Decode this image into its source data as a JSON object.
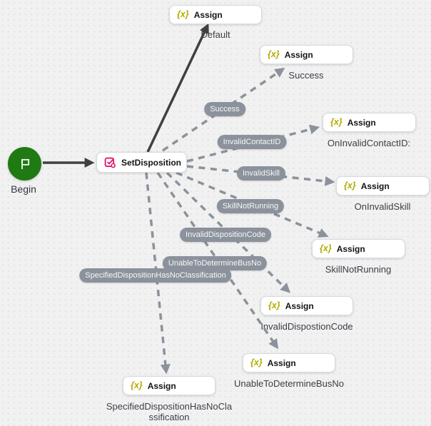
{
  "theme": {
    "background": "#f1f1f2",
    "begin_green": "#1f7a12",
    "assign_icon_yellow": "#b3ab00",
    "disposition_pink": "#e5196e",
    "branch_pill_gray": "#8b929b",
    "solid_arrow": "#3f4042",
    "dashed_arrow": "#8b929b",
    "node_border": "#d8dadc",
    "caption_text": "#3a3f44"
  },
  "begin": {
    "label": "Begin"
  },
  "set_disposition": {
    "title": "SetDisposition"
  },
  "assign_icon": "{x}",
  "assign_nodes": [
    {
      "title": "Assign",
      "caption": "Default"
    },
    {
      "title": "Assign",
      "caption": "Success"
    },
    {
      "title": "Assign",
      "caption": "OnInvalidContactID:"
    },
    {
      "title": "Assign",
      "caption": "OnInvalidSkill"
    },
    {
      "title": "Assign",
      "caption": "SkillNotRunning"
    },
    {
      "title": "Assign",
      "caption": "InvalidDispostionCode"
    },
    {
      "title": "Assign",
      "caption": "UnableToDetermineBusNo"
    },
    {
      "title": "Assign",
      "caption": "SpecifiedDispositionHasNoClassification"
    }
  ],
  "branch_labels": [
    {
      "label": "Success"
    },
    {
      "label": "InvalidContactID"
    },
    {
      "label": "InvalidSkill"
    },
    {
      "label": "SkillNotRunning"
    },
    {
      "label": "InvalidDispositionCode"
    },
    {
      "label": "UnableToDetermineBusNo"
    },
    {
      "label": "SpecifiedDispositionHasNoClassification"
    }
  ]
}
